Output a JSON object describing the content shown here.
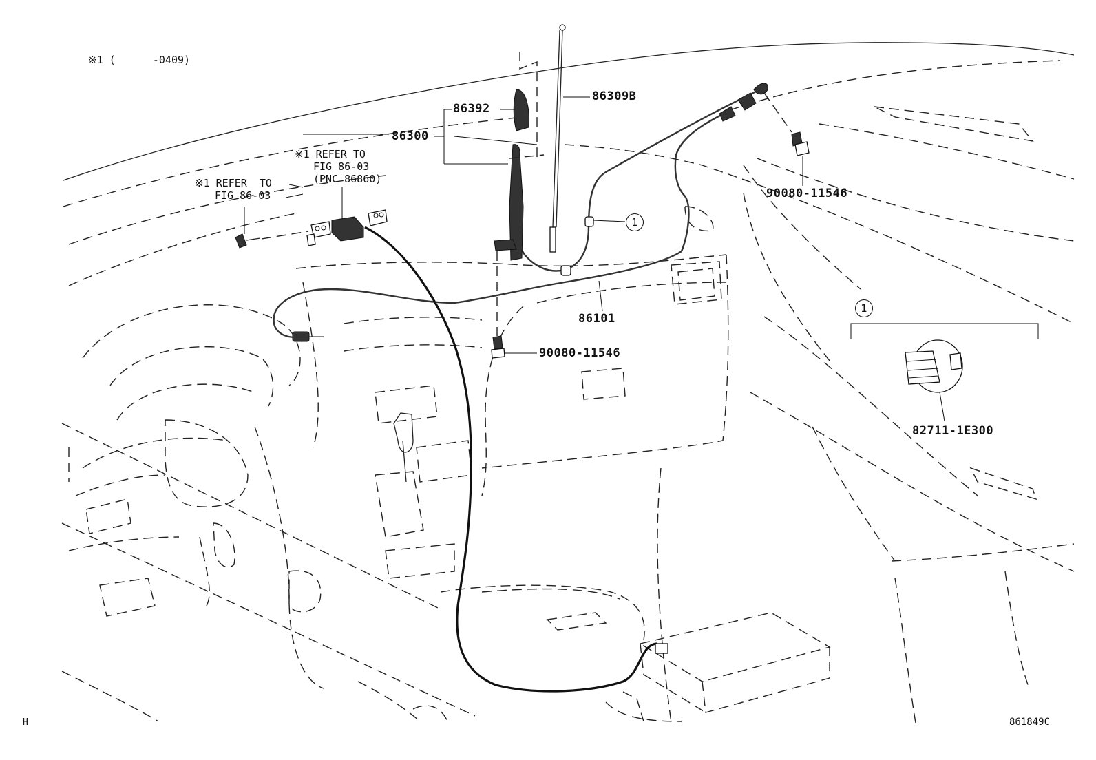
{
  "diagram": {
    "header_note": "※1 (      -0409)",
    "labels": {
      "p86392": "86392",
      "p86309B": "86309B",
      "p86300": "86300",
      "p90080_top": "90080-11546",
      "p90080_mid": "90080-11546",
      "p86101": "86101",
      "p82711": "82711-1E300",
      "callout_1a": "1",
      "callout_1b": "1"
    },
    "refer_notes": {
      "note1_line1": "※1 REFER TO",
      "note1_line2": "FIG 86-03",
      "note1_line3": "(PNC 86860)",
      "note2_line1": "※1 REFER  TO",
      "note2_line2": "FIG 86-03"
    },
    "corner_left": "H",
    "figure_code": "861849C"
  }
}
